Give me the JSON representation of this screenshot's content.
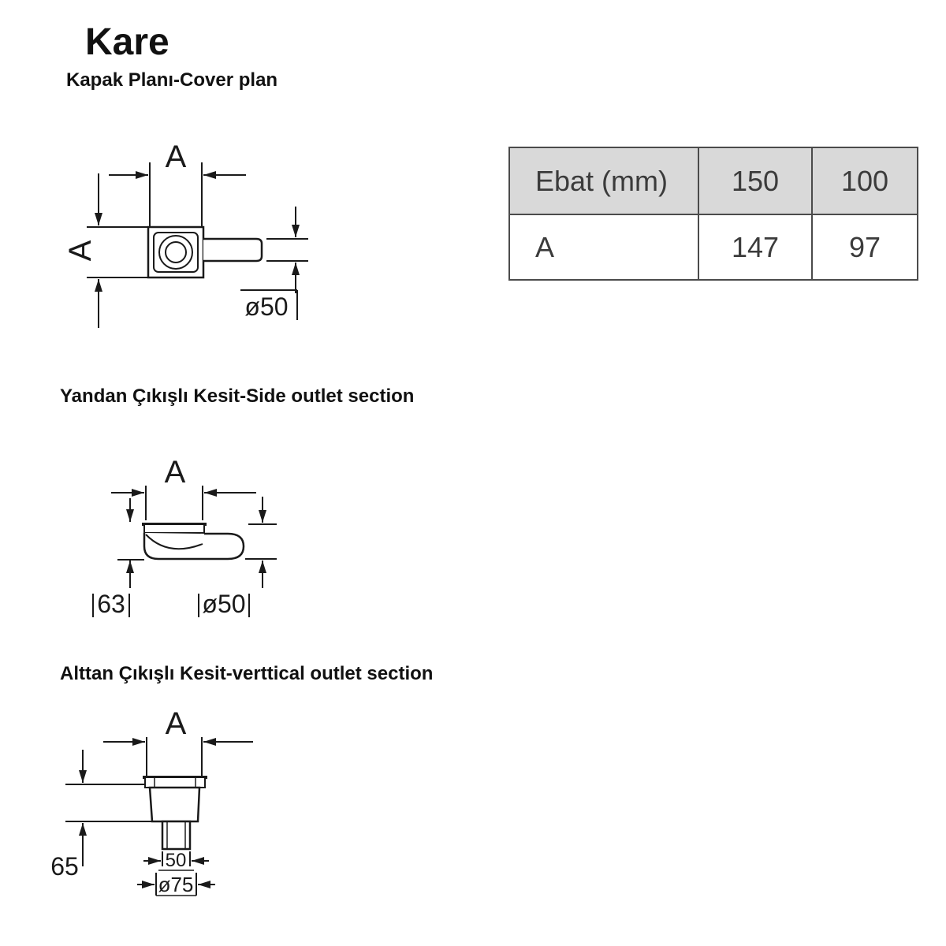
{
  "title": "Kare",
  "sections": {
    "cover_plan": {
      "label": "Kapak Planı-Cover plan",
      "dim_a_top": "A",
      "dim_a_left": "A",
      "dim_dia": "ø50"
    },
    "side_outlet": {
      "label": "Yandan Çıkışlı Kesit-Side outlet section",
      "dim_a_top": "A",
      "dim_depth": "63",
      "dim_dia": "ø50"
    },
    "vertical_outlet": {
      "label": "Alttan Çıkışlı Kesit-verttical outlet section",
      "dim_a_top": "A",
      "dim_depth": "65",
      "dim_outlet_width": "50",
      "dim_dia": "ø75"
    }
  },
  "table": {
    "header": [
      "Ebat (mm)",
      "150",
      "100"
    ],
    "rows": [
      [
        "A",
        "147",
        "97"
      ]
    ]
  },
  "colors": {
    "line": "#1a1a1a",
    "table_border": "#4b4b4b",
    "table_header_bg": "#d9d9d9",
    "text": "#3b3b3b"
  }
}
